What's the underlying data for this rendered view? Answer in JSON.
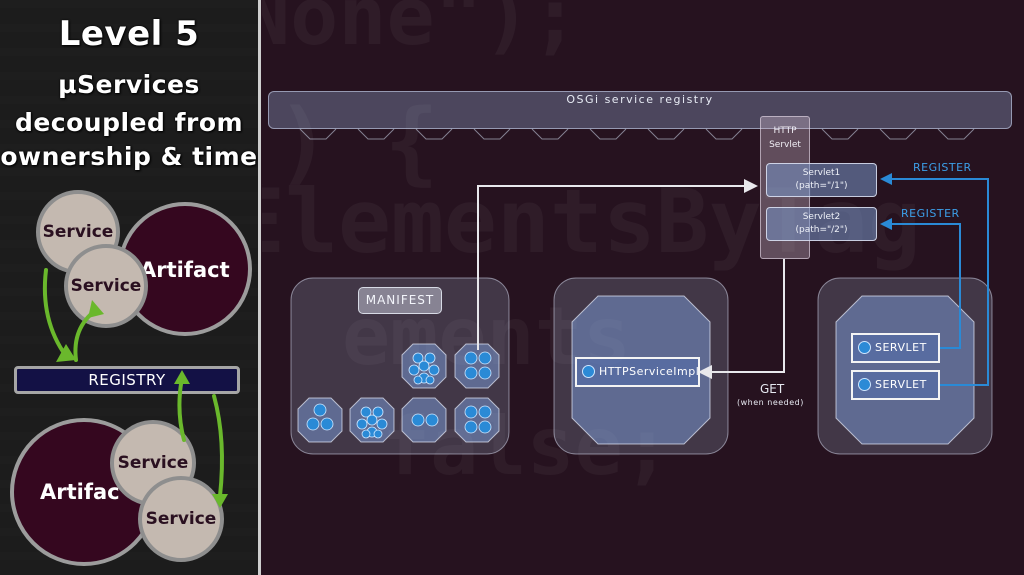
{
  "left_panel": {
    "title_line1": "Level 5",
    "title_line2": "µServices",
    "title_line3": "decoupled from",
    "title_line4": "ownership & time",
    "artifact_top_label": "Artifact",
    "artifact_bottom_label": "Artifac",
    "service_label": "Service",
    "registry_label": "REGISTRY"
  },
  "diagram": {
    "registry_label": "OSGi service registry",
    "http_servlet_line1": "HTTP",
    "http_servlet_line2": "Servlet",
    "servlet1_line1": "Servlet1",
    "servlet1_line2": "(path=\"/1\")",
    "servlet2_line1": "Servlet2",
    "servlet2_line2": "(path=\"/2\")",
    "register_label_1": "REGISTER",
    "register_label_2": "REGISTER",
    "manifest_label": "MANIFEST",
    "http_service_impl": "HTTPServiceImpl",
    "servlet_item_1": "SERVLET",
    "servlet_item_2": "SERVLET",
    "get_label": "GET",
    "get_sublabel": "(when needed)"
  },
  "colors": {
    "background": "#26121f",
    "accent_blue": "#2a8ad6",
    "arrow_green": "#6ab82c"
  }
}
